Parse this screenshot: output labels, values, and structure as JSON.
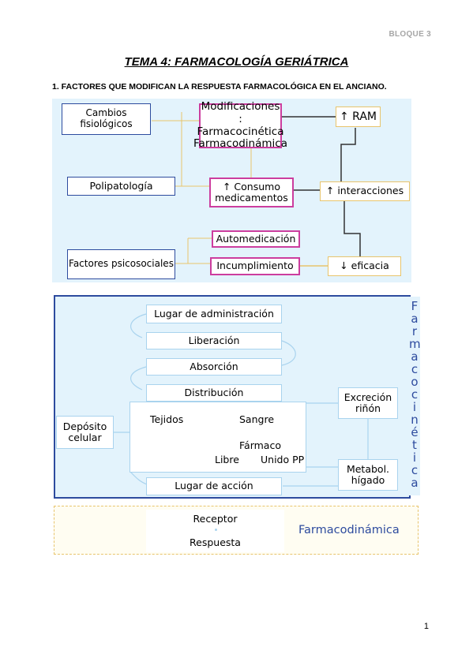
{
  "header": {
    "bloque": "BLOQUE 3"
  },
  "title": "TEMA 4: FARMACOLOGÍA GERIÁTRICA",
  "section1": "1.   FACTORES QUE MODIFICAN LA RESPUESTA FARMACOLÓGICA EN EL ANCIANO.",
  "diagram1": {
    "cambios": "Cambios fisiológicos",
    "modificaciones": "Modificaciones :",
    "farmacocinetica": "Farmacocinética",
    "farmacodinamica": "Farmacodinámica",
    "ram": "↑ RAM",
    "polipatologia": "Polipatología",
    "consumo": "↑ Consumo medicamentos",
    "interacciones": "↑ interacciones",
    "automedicacion": "Automedicación",
    "factores": "Factores psicosociales",
    "incumplimiento": "Incumplimiento",
    "eficacia": "↓ eficacia"
  },
  "diagram2": {
    "lugar_admin": "Lugar de administración",
    "liberacion": "Liberación",
    "absorcion": "Absorción",
    "distribucion": "Distribución",
    "tejidos": "Tejidos",
    "sangre": "Sangre",
    "farmaco": "Fármaco",
    "libre": "Libre",
    "unido": "Unido PP",
    "deposito": "Depósito celular",
    "excrecion": "Excreción riñón",
    "metabol": "Metabol. hígado",
    "lugar_accion": "Lugar de acción",
    "vertical": [
      "F",
      "a",
      "r",
      "m",
      "a",
      "c",
      "o",
      "c",
      "i",
      "n",
      "é",
      "t",
      "i",
      "c",
      "a"
    ]
  },
  "diagram3": {
    "receptor": "Receptor",
    "respuesta": "Respuesta",
    "farmacodinamica": "Farmacodinámica"
  },
  "page_number": "1",
  "colors": {
    "panel_bg": "#e3f3fc",
    "blue_border": "#2d4b9e",
    "pink_border": "#cc3d9e",
    "yellow_line": "#e8c46c",
    "light_blue": "#a9d3ee",
    "cream_bg": "#fffdf2"
  }
}
